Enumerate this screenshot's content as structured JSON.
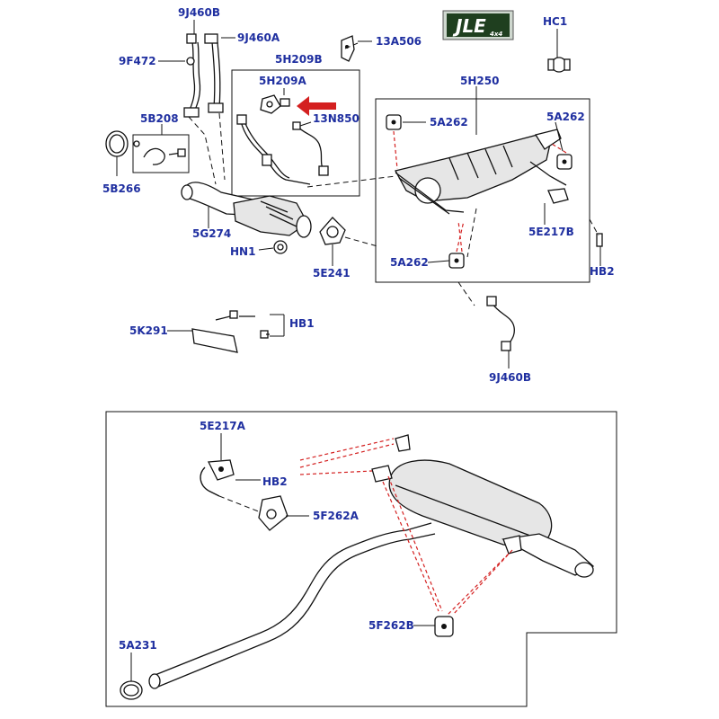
{
  "logo": {
    "text": "JLE",
    "sub": "4x4",
    "bg": "#1f3f1f",
    "fg": "#ffffff"
  },
  "colors": {
    "label": "#1f2fa0",
    "arrow": "#d42020",
    "leader_red": "#d42020"
  },
  "labels": {
    "l_9j460b_top": "9J460B",
    "l_9j460a": "9J460A",
    "l_9f472": "9F472",
    "l_5h209b": "5H209B",
    "l_5h209a": "5H209A",
    "l_13n850": "13N850",
    "l_13a506": "13A506",
    "l_hc1": "HC1",
    "l_5h250": "5H250",
    "l_5a262_a": "5A262",
    "l_5a262_b": "5A262",
    "l_5a262_c": "5A262",
    "l_5b208": "5B208",
    "l_5b266": "5B266",
    "l_5g274": "5G274",
    "l_hn1": "HN1",
    "l_5e241": "5E241",
    "l_5e217b": "5E217B",
    "l_hb2_top": "HB2",
    "l_5k291": "5K291",
    "l_hb1": "HB1",
    "l_9j460b_bot": "9J460B",
    "l_5e217a": "5E217A",
    "l_hb2_bot": "HB2",
    "l_5f262a": "5F262A",
    "l_5f262b": "5F262B",
    "l_5a231": "5A231"
  }
}
